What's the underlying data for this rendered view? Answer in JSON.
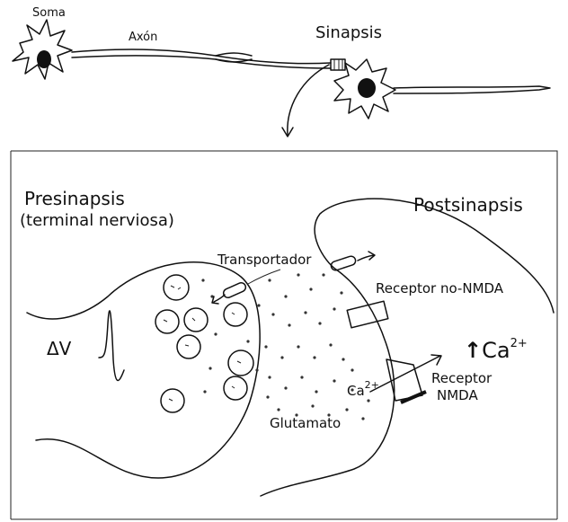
{
  "neuron_overview": {
    "soma_label": "Soma",
    "axon_label": "Axón",
    "synapse_label": "Sinapsis"
  },
  "detail": {
    "presynapse_label": "Presinapsis",
    "presynapse_sublabel": "(terminal nerviosa)",
    "postsynapse_label": "Postsinapsis",
    "transporter_label": "Transportador",
    "non_nmda_receptor_label": "Receptor no-NMDA",
    "nmda_receptor_label_line1": "Receptor",
    "nmda_receptor_label_line2": "NMDA",
    "glutamate_label": "Glutamato",
    "delta_v_label": "ΔV",
    "calcium_base": "Ca",
    "calcium_charge": "2+",
    "calcium_increase_arrow": "↑"
  }
}
